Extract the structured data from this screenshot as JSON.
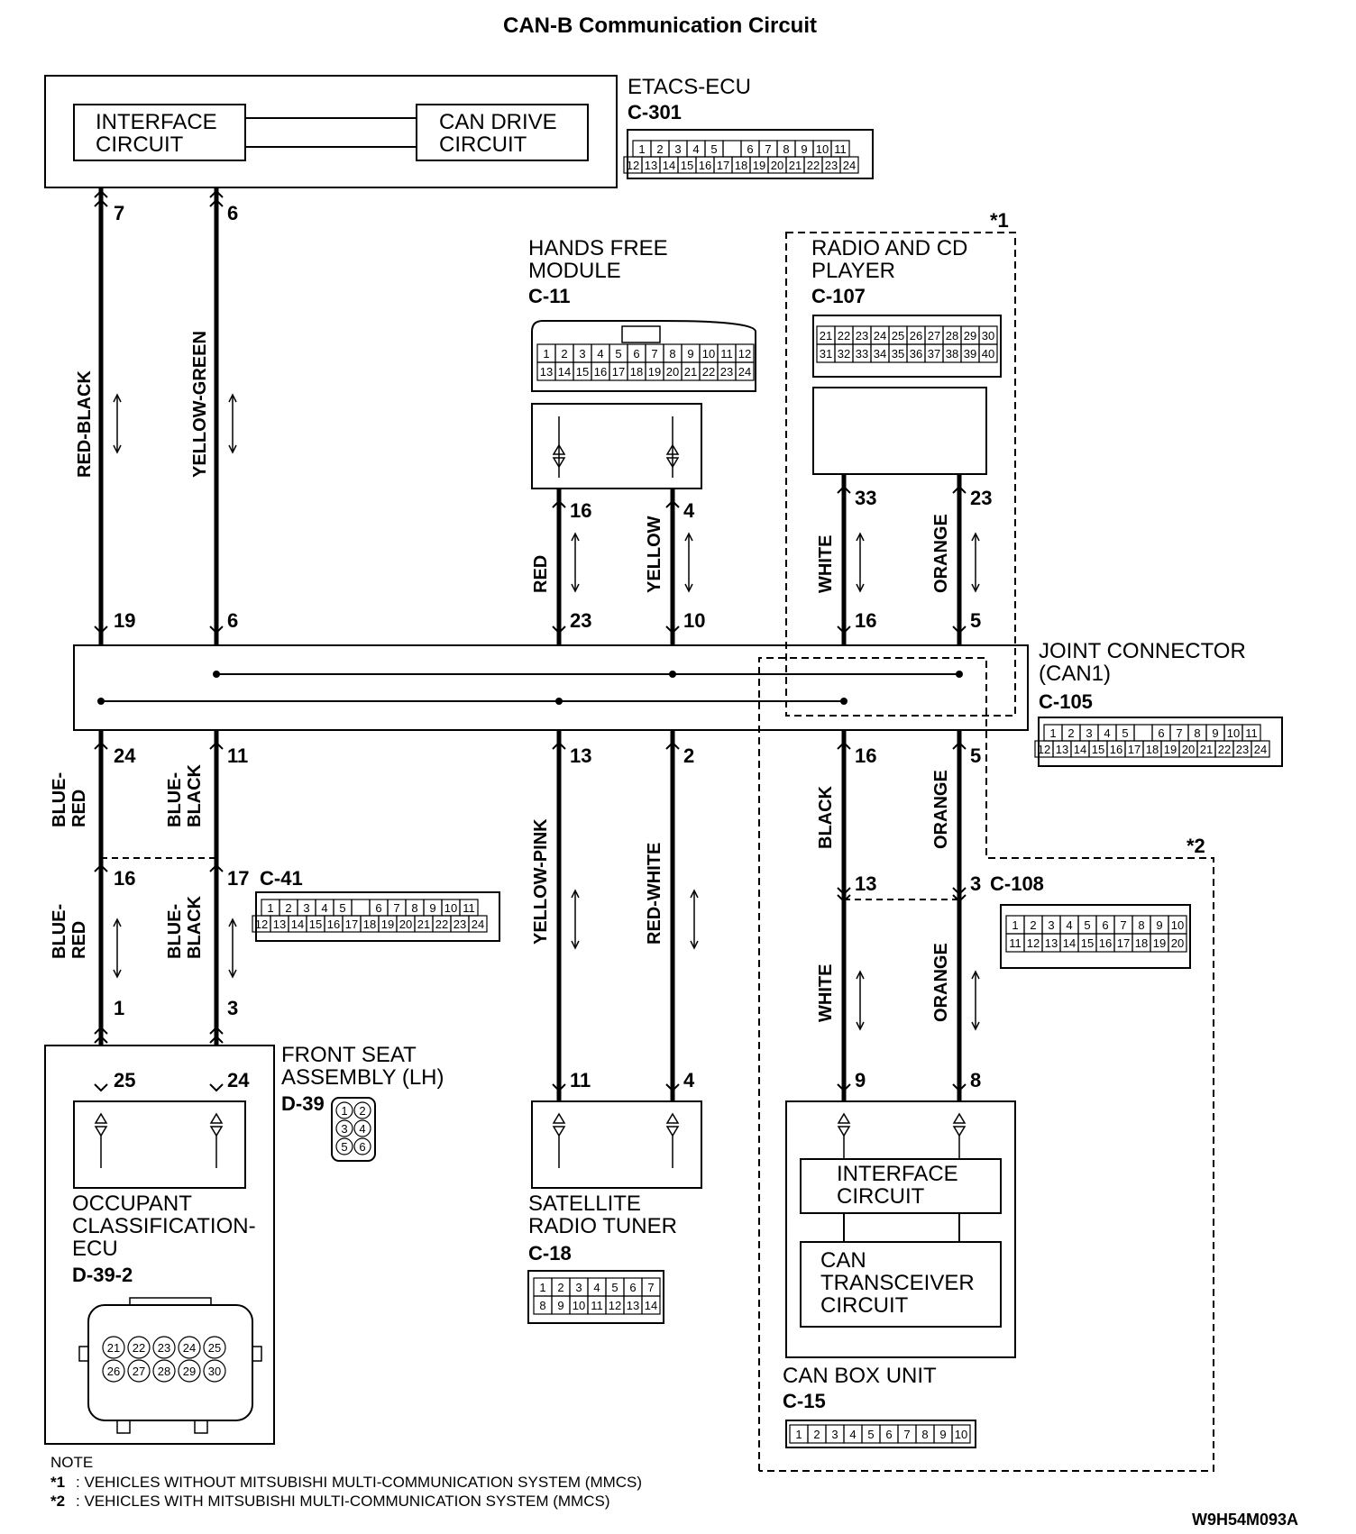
{
  "title": "CAN-B Communication Circuit",
  "etacs": {
    "name": "ETACS-ECU",
    "code": "C-301",
    "block1": [
      "INTERFACE",
      "CIRCUIT"
    ],
    "block2": [
      "CAN DRIVE",
      "CIRCUIT"
    ],
    "connector_rows": [
      [
        "1",
        "2",
        "3",
        "4",
        "5",
        "",
        "6",
        "7",
        "8",
        "9",
        "10",
        "11"
      ],
      [
        "12",
        "13",
        "14",
        "15",
        "16",
        "17",
        "18",
        "19",
        "20",
        "21",
        "22",
        "23",
        "24"
      ]
    ],
    "pin_left": "7",
    "pin_right": "6"
  },
  "hands_free": {
    "name": [
      "HANDS FREE",
      "MODULE"
    ],
    "code": "C-11",
    "connector_rows": [
      [
        "1",
        "2",
        "3",
        "4",
        "5",
        "6",
        "7",
        "8",
        "9",
        "10",
        "11",
        "12"
      ],
      [
        "13",
        "14",
        "15",
        "16",
        "17",
        "18",
        "19",
        "20",
        "21",
        "22",
        "23",
        "24"
      ]
    ],
    "pin_left": "16",
    "pin_right": "4"
  },
  "radio": {
    "name": [
      "RADIO AND CD",
      "PLAYER"
    ],
    "code": "C-107",
    "marker": "*1",
    "connector_rows": [
      [
        "21",
        "22",
        "23",
        "24",
        "25",
        "26",
        "27",
        "28",
        "29",
        "30"
      ],
      [
        "31",
        "32",
        "33",
        "34",
        "35",
        "36",
        "37",
        "38",
        "39",
        "40"
      ]
    ],
    "pin_left": "33",
    "pin_right": "23"
  },
  "joint": {
    "name": [
      "JOINT CONNECTOR",
      "(CAN1)"
    ],
    "code": "C-105",
    "connector_rows": [
      [
        "1",
        "2",
        "3",
        "4",
        "5",
        "",
        "6",
        "7",
        "8",
        "9",
        "10",
        "11"
      ],
      [
        "12",
        "13",
        "14",
        "15",
        "16",
        "17",
        "18",
        "19",
        "20",
        "21",
        "22",
        "23",
        "24"
      ]
    ],
    "top_pins": [
      "19",
      "6",
      "23",
      "10",
      "16",
      "5"
    ],
    "bottom_pins": [
      "24",
      "11",
      "13",
      "2",
      "16",
      "5"
    ]
  },
  "wires_top": [
    "RED-BLACK",
    "YELLOW-GREEN",
    "RED",
    "YELLOW",
    "WHITE",
    "ORANGE"
  ],
  "wires_mid": [
    "BLUE-RED",
    "BLUE-BLACK",
    "YELLOW-PINK",
    "RED-WHITE",
    "BLACK",
    "ORANGE"
  ],
  "wires_low": [
    "BLUE-RED",
    "BLUE-BLACK",
    "WHITE",
    "ORANGE"
  ],
  "c41": {
    "code": "C-41",
    "pin_left": "16",
    "pin_right": "17",
    "pin_low_left": "1",
    "pin_low_right": "3",
    "connector_rows": [
      [
        "1",
        "2",
        "3",
        "4",
        "5",
        "",
        "6",
        "7",
        "8",
        "9",
        "10",
        "11"
      ],
      [
        "12",
        "13",
        "14",
        "15",
        "16",
        "17",
        "18",
        "19",
        "20",
        "21",
        "22",
        "23",
        "24"
      ]
    ]
  },
  "c108": {
    "code": "C-108",
    "pin_left": "13",
    "pin_right": "3",
    "marker": "*2",
    "connector_rows": [
      [
        "1",
        "2",
        "3",
        "4",
        "5",
        "6",
        "7",
        "8",
        "9",
        "10"
      ],
      [
        "11",
        "12",
        "13",
        "14",
        "15",
        "16",
        "17",
        "18",
        "19",
        "20"
      ]
    ]
  },
  "front_seat": {
    "name": [
      "FRONT SEAT",
      "ASSEMBLY (LH)"
    ],
    "code": "D-39",
    "pins": [
      "1",
      "2",
      "3",
      "4",
      "5",
      "6"
    ]
  },
  "occupant": {
    "name": [
      "OCCUPANT",
      "CLASSIFICATION-",
      "ECU"
    ],
    "code": "D-39-2",
    "pin_left": "25",
    "pin_right": "24",
    "connector_rows": [
      [
        "21",
        "22",
        "23",
        "24",
        "25"
      ],
      [
        "26",
        "27",
        "28",
        "29",
        "30"
      ]
    ]
  },
  "satellite": {
    "name": [
      "SATELLITE",
      "RADIO TUNER"
    ],
    "code": "C-18",
    "pin_left": "11",
    "pin_right": "4",
    "connector_rows": [
      [
        "1",
        "2",
        "3",
        "4",
        "5",
        "6",
        "7"
      ],
      [
        "8",
        "9",
        "10",
        "11",
        "12",
        "13",
        "14"
      ]
    ]
  },
  "can_box": {
    "name": "CAN BOX UNIT",
    "code": "C-15",
    "pin_left": "9",
    "pin_right": "8",
    "block1": [
      "INTERFACE",
      "CIRCUIT"
    ],
    "block2": [
      "CAN",
      "TRANSCEIVER",
      "CIRCUIT"
    ],
    "connector_rows": [
      [
        "1",
        "2",
        "3",
        "4",
        "5",
        "6",
        "7",
        "8",
        "9",
        "10"
      ]
    ]
  },
  "notes": {
    "heading": "NOTE",
    "n1_mark": "*1",
    "n1": ": VEHICLES WITHOUT MITSUBISHI MULTI-COMMUNICATION SYSTEM (MMCS)",
    "n2_mark": "*2",
    "n2": ": VEHICLES WITH MITSUBISHI MULTI-COMMUNICATION SYSTEM (MMCS)"
  },
  "figure_code": "W9H54M093A"
}
